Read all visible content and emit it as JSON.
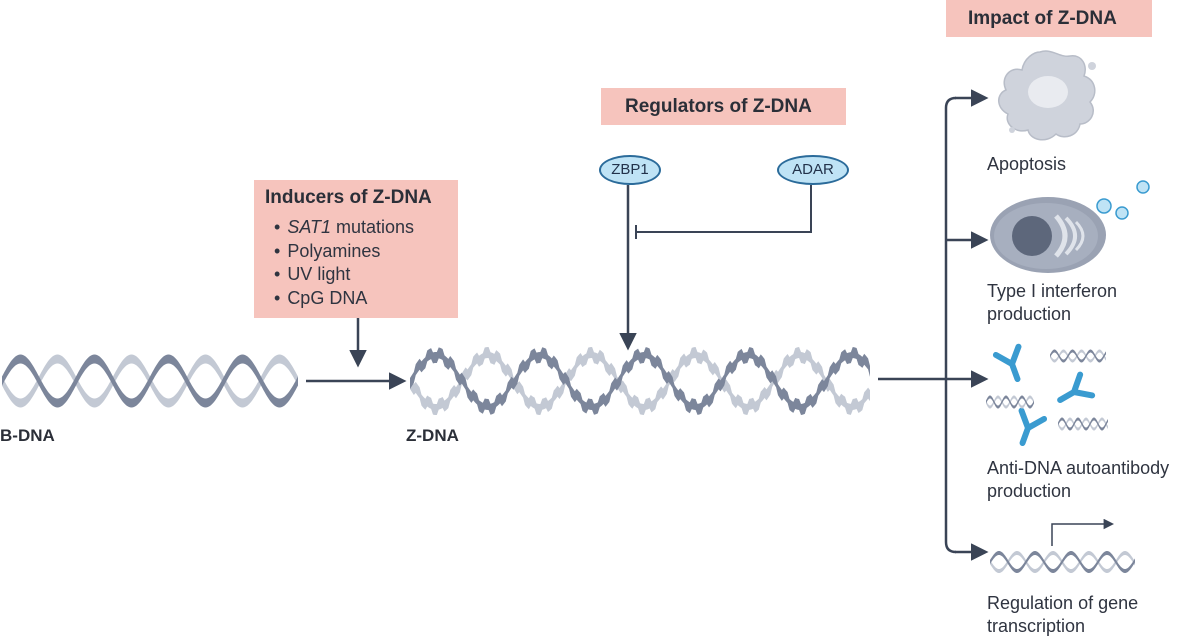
{
  "inducers": {
    "title": "Inducers of Z-DNA",
    "items": [
      {
        "italic": "SAT1",
        "text": " mutations"
      },
      {
        "italic": "",
        "text": "Polyamines"
      },
      {
        "italic": "",
        "text": "UV light"
      },
      {
        "italic": "",
        "text": "CpG DNA"
      }
    ]
  },
  "regulators": {
    "title": "Regulators of Z-DNA",
    "zbp1": "ZBP1",
    "adar": "ADAR"
  },
  "impact": {
    "title": "Impact of Z-DNA",
    "outcomes": {
      "apoptosis": "Apoptosis",
      "interferon": [
        "Type I interferon",
        "production"
      ],
      "autoantibody": [
        "Anti-DNA autoantibody",
        "production"
      ],
      "transcription": [
        "Regulation of gene",
        "transcription"
      ]
    }
  },
  "dna": {
    "b_label": "B-DNA",
    "z_label": "Z-DNA"
  },
  "colors": {
    "box_fill": "#f6c4bd",
    "arrow": "#3a4456",
    "strand_dark": "#7c869b",
    "strand_light": "#c3c9d4",
    "pill_fill": "#bfe3f5",
    "antibody": "#3a9bd0"
  }
}
